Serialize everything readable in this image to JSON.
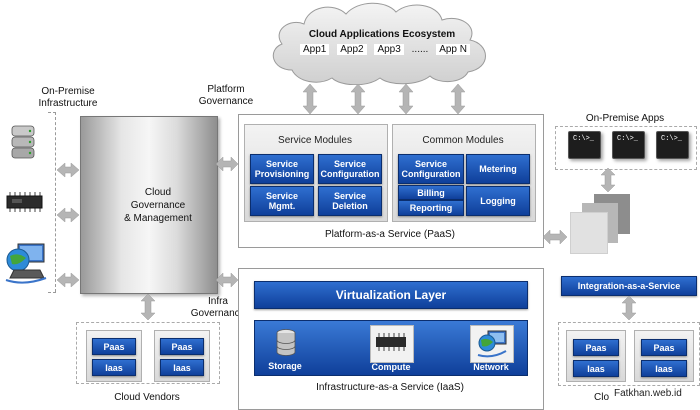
{
  "cloud": {
    "title": "Cloud Applications Ecosystem",
    "apps": [
      "App1",
      "App2",
      "App3",
      "......",
      "App N"
    ]
  },
  "labels": {
    "on_premise_infra": "On-Premise\nInfrastructure",
    "platform_governance": "Platform\nGovernance",
    "infra_governance": "Infra\nGovernance",
    "cloud_vendors": "Cloud Vendors",
    "cloud_partial": "Clo",
    "watermark": "Fatkhan.web.id"
  },
  "governance": {
    "title": "Cloud\nGovernance\n& Management"
  },
  "paas": {
    "caption": "Platform-as-a Service (PaaS)",
    "service_modules": {
      "title": "Service Modules",
      "items": [
        "Service\nProvisioning",
        "Service\nConfiguration",
        "Service\nMgmt.",
        "Service\nDeletion"
      ]
    },
    "common_modules": {
      "title": "Common Modules",
      "items": [
        "Service\nConfiguration",
        "Metering",
        "Billing",
        "Reporting",
        "Logging"
      ]
    }
  },
  "iaas": {
    "virtualization": "Virtualization Layer",
    "caption": "Infrastructure-as-a Service (IaaS)",
    "items": [
      {
        "label": "Storage",
        "icon": "database-icon"
      },
      {
        "label": "Compute",
        "icon": "chip-icon"
      },
      {
        "label": "Network",
        "icon": "network-icon"
      }
    ]
  },
  "on_premise_apps": {
    "title": "On-Premise Apps",
    "terminal_text": "C:\\>_"
  },
  "integration": {
    "title": "Integration-as-a-Service"
  },
  "vendor_stacks": {
    "left": [
      [
        "Paas",
        "Iaas"
      ],
      [
        "Paas",
        "Iaas"
      ]
    ],
    "right": [
      [
        "Paas",
        "Iaas"
      ],
      [
        "Paas",
        "Iaas"
      ]
    ]
  },
  "colors": {
    "accent_blue": "#0f3f9a",
    "panel_gray": "#d9d9d9"
  }
}
